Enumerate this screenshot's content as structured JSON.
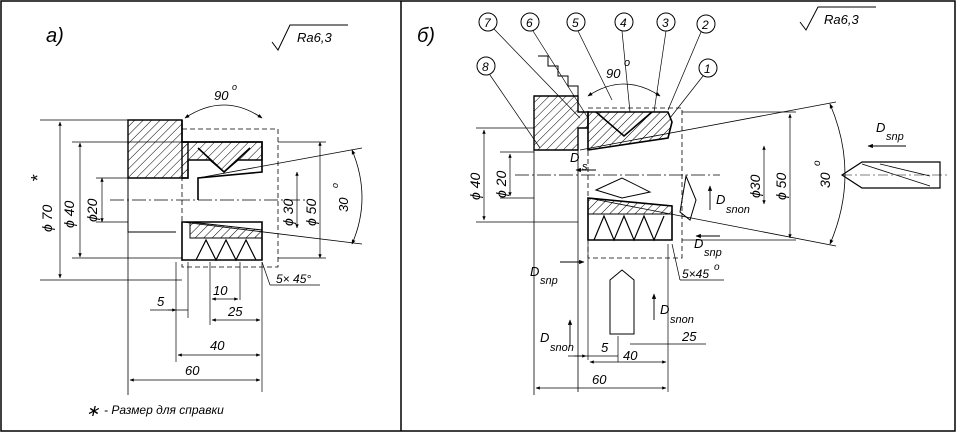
{
  "panel_a": {
    "label": "а)",
    "roughness": "Ra6,3",
    "angle_90": "90",
    "deg": "o",
    "angle_30": "30",
    "dia70": "ϕ 70",
    "star": "*",
    "dia40": "ϕ 40",
    "dia20": "ϕ20",
    "dia30": "ϕ 30",
    "dia50": "ϕ 50",
    "chamfer": "5× 45°",
    "dim5": "5",
    "dim10": "10",
    "dim25": "25",
    "dim40": "40",
    "dim60": "60",
    "note_star": "∗",
    "note": "- Размер для справки"
  },
  "panel_b": {
    "label": "б)",
    "roughness": "Ra6,3",
    "angle_90": "90",
    "deg": "o",
    "angle_30": "30",
    "dia40": "ϕ 40",
    "dia20": "ϕ 20",
    "dia30": "ϕ30",
    "dia50": "ϕ 50",
    "chamfer": "5×45",
    "dim5": "5",
    "dim25": "25",
    "dim40": "40",
    "dim60": "60",
    "D": "D",
    "s": "s",
    "snp": "snp",
    "snon": "snon",
    "callouts": [
      "1",
      "2",
      "3",
      "4",
      "5",
      "6",
      "7",
      "8"
    ]
  }
}
